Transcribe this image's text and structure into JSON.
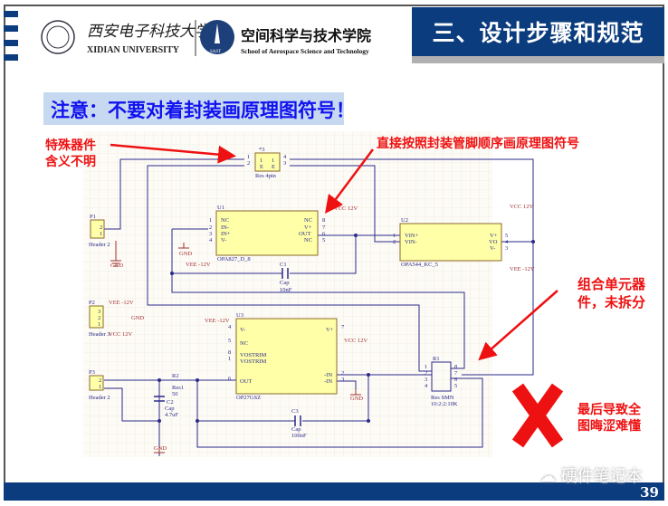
{
  "header": {
    "title": "三、设计步骤和规范",
    "university_cn": "西安电子科技大学",
    "university_en": "XIDIAN UNIVERSITY",
    "school_cn": "空间科学与技术学院",
    "school_en": "School of Aerospace Science and Technology",
    "school_badge": "SAST"
  },
  "note": "注意：不要对着封装画原理图符号！",
  "annotations": {
    "special": [
      "特殊器件",
      "含义不明"
    ],
    "pin_order": "直接按照封装管脚顺序画原理图符号",
    "combined": [
      "组合单元器",
      "件，未拆分"
    ],
    "result": [
      "最后导致全",
      "图晦涩难懂"
    ]
  },
  "schematic": {
    "res4": {
      "ref": "*3",
      "name": "Res 4pin",
      "pins": [
        "1",
        "2",
        "4",
        "3"
      ],
      "inner": [
        "1",
        "E",
        "1",
        "E"
      ]
    },
    "p1": {
      "ref": "P1",
      "name": "Header 2",
      "pins": [
        "2",
        "1"
      ]
    },
    "p2": {
      "ref": "P2",
      "name": "Header 3",
      "pins": [
        "3",
        "2",
        "1"
      ],
      "vee": "VEE -12V",
      "gnd": "GND",
      "vcc": "VCC 12V"
    },
    "p3": {
      "ref": "P3",
      "name": "Header 2",
      "pins": [
        "2",
        "1"
      ]
    },
    "u1": {
      "ref": "U1",
      "name": "OPA827_D_8",
      "left": [
        "NC",
        "IN-",
        "IN+",
        "V-"
      ],
      "lnum": [
        "1",
        "2",
        "3",
        "4"
      ],
      "right": [
        "NC",
        "V+",
        "OUT",
        "NC"
      ],
      "rnum": [
        "8",
        "7",
        "6",
        "5"
      ]
    },
    "u2": {
      "ref": "U2",
      "name": "OPA544_KC_5",
      "left": [
        "VIN+",
        "VIN-"
      ],
      "lnum": [
        "1",
        "2"
      ],
      "right": [
        "V+",
        "VO",
        "V-"
      ],
      "rnum": [
        "5",
        "4",
        "3"
      ]
    },
    "u3": {
      "ref": "U3",
      "name": "OP27GSZ",
      "left": [
        "V-",
        "NC",
        "VOSTRIM",
        "VOSTRIM",
        "OUT"
      ],
      "lnum": [
        "4",
        "5",
        "8",
        "1",
        "6"
      ],
      "right": [
        "V+",
        "-IN",
        "-IN"
      ],
      "rnum": [
        "7",
        "2",
        "3"
      ]
    },
    "c1": {
      "ref": "C1",
      "name": "Cap",
      "value": "10nF"
    },
    "c2": {
      "ref": "C2",
      "name": "Cap",
      "value": "4.7uF"
    },
    "c3": {
      "ref": "C3",
      "name": "Cap",
      "value": "100nF"
    },
    "r2": {
      "ref": "R2",
      "name": "Res1",
      "value": "50"
    },
    "r1": {
      "ref": "R1",
      "name": "Res SMN",
      "value": "10:2:2:10K",
      "lnum": [
        "1",
        "2",
        "3",
        "4"
      ],
      "rnum": [
        "8",
        "7",
        "6",
        "5"
      ]
    },
    "gnd": "GND",
    "vcc": "VCC 12V",
    "vee": "VEE -12V"
  },
  "footer": {
    "watermark": "硬件笔记本",
    "page": "39"
  },
  "colors": {
    "brand": "#0b3c7d",
    "note_bg": "#c6d9f0",
    "note_text": "#1212f0",
    "alert": "#ee1111",
    "part_fill": "#ffffa8",
    "wire": "#2a2a8a",
    "power": "#a03030"
  }
}
